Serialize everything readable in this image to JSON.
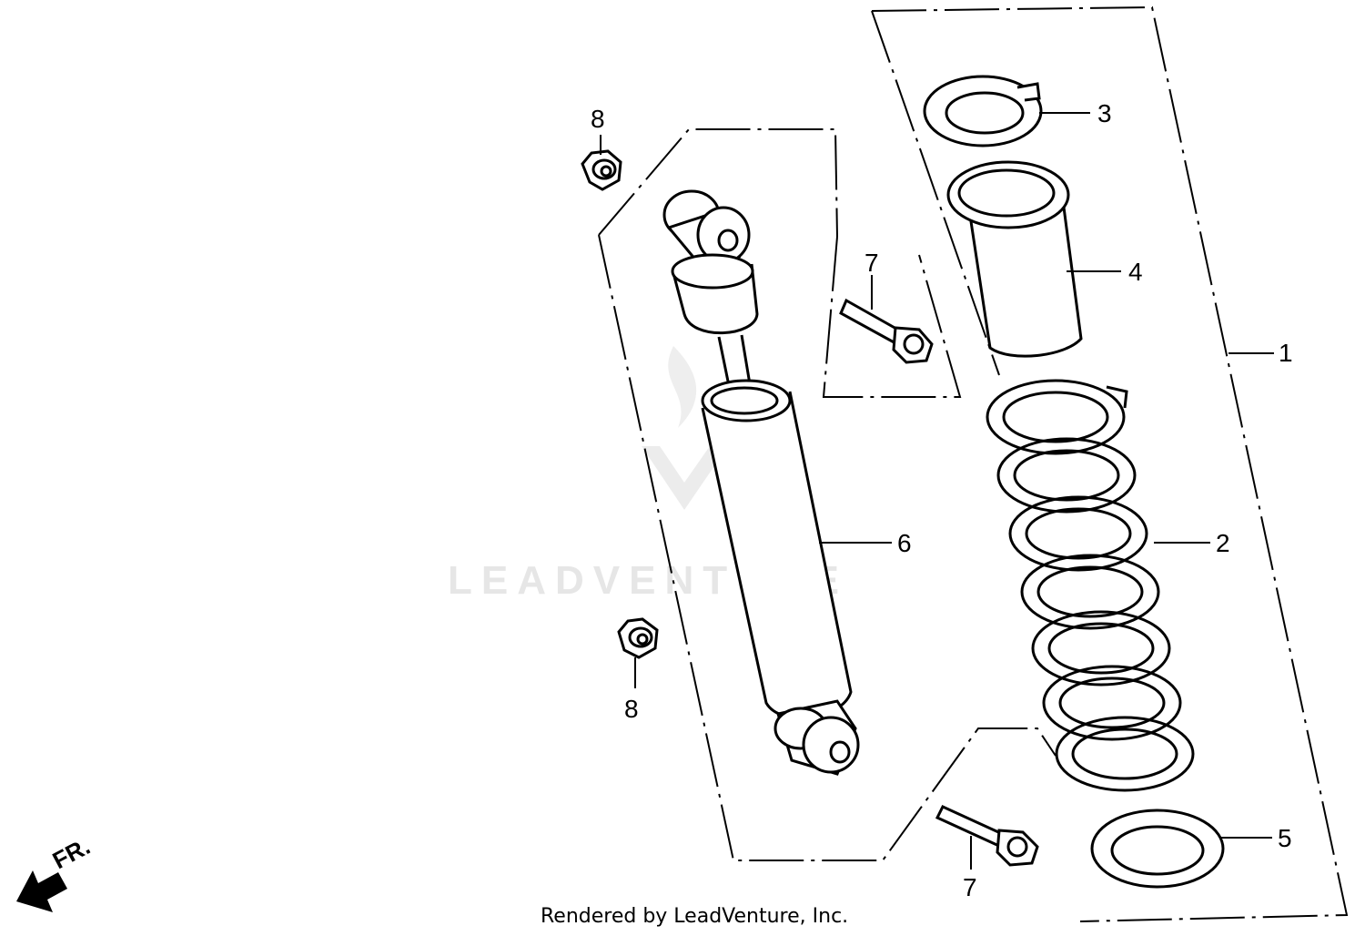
{
  "diagram": {
    "watermark_text": "LEADVENTURE",
    "footer_text": "Rendered by LeadVenture, Inc.",
    "direction_label": "FR.",
    "callouts": [
      {
        "id": "callout-1",
        "label": "1"
      },
      {
        "id": "callout-2",
        "label": "2"
      },
      {
        "id": "callout-3",
        "label": "3"
      },
      {
        "id": "callout-4",
        "label": "4"
      },
      {
        "id": "callout-5",
        "label": "5"
      },
      {
        "id": "callout-6",
        "label": "6"
      },
      {
        "id": "callout-7-upper",
        "label": "7"
      },
      {
        "id": "callout-7-lower",
        "label": "7"
      },
      {
        "id": "callout-8-upper",
        "label": "8"
      },
      {
        "id": "callout-8-lower",
        "label": "8"
      }
    ]
  }
}
